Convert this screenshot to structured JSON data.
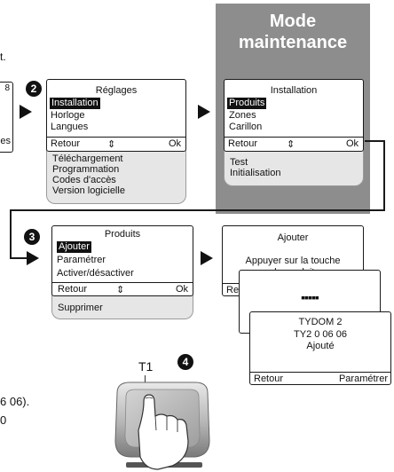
{
  "steps": [
    "2",
    "3",
    "4"
  ],
  "left_cut": {
    "corner": "8",
    "bottom": "es",
    "tick": "t."
  },
  "reglages": {
    "title": "Réglages",
    "items": [
      "Installation",
      "Horloge",
      "Langues"
    ],
    "bar": {
      "back": "Retour",
      "nav": "⇕",
      "ok": "Ok"
    },
    "more": [
      "Téléchargement",
      "Programmation",
      "Codes d'accès",
      "Version logicielle"
    ]
  },
  "maintenance": {
    "heading_line1": "Mode",
    "heading_line2": "maintenance",
    "title": "Installation",
    "items": [
      "Produits",
      "Zones",
      "Carillon"
    ],
    "bar": {
      "back": "Retour",
      "nav": "⇕",
      "ok": "Ok"
    },
    "more": [
      "Test",
      "Initialisation"
    ]
  },
  "produits": {
    "title": "Produits",
    "items": [
      "Ajouter",
      "Paramétrer",
      "Activer/désactiver"
    ],
    "bar": {
      "back": "Retour",
      "nav": "⇕",
      "ok": "Ok"
    },
    "more": [
      "Supprimer"
    ]
  },
  "ajouter": {
    "title": "Ajouter",
    "line1": "Appuyer sur la touche",
    "line2": "du produit",
    "bar_back": "Re"
  },
  "progress": {
    "label": "▪▪▪▪▪"
  },
  "result": {
    "line1": "TYDOM 2",
    "line2": "TY2 0 06 06",
    "line3": "Ajouté",
    "back": "Retour",
    "settings": "Paramétrer"
  },
  "device": {
    "button_label": "T1"
  },
  "bottom_text": {
    "line1": "6 06).",
    "line2": "0"
  },
  "colors": {
    "maintenance_bg": "#8d8d8d",
    "panel_gray": "#e6e6e6"
  }
}
